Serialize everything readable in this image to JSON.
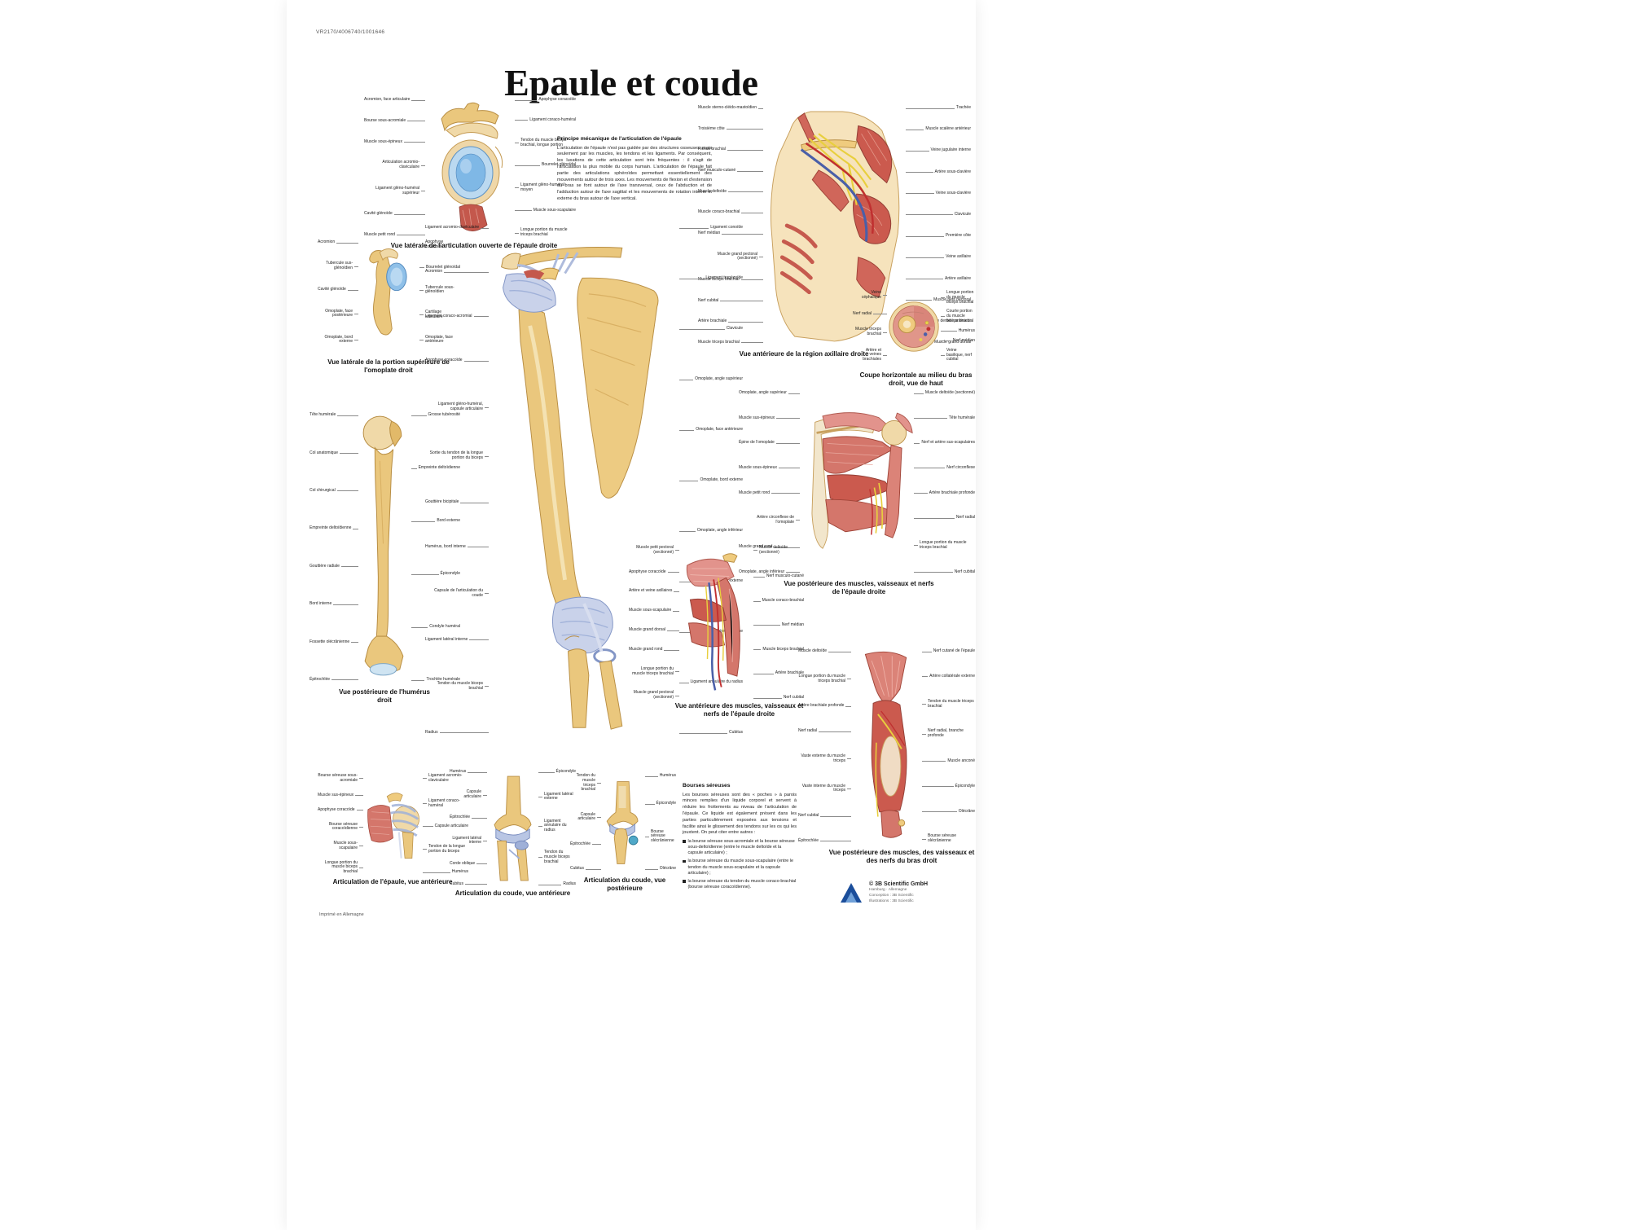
{
  "page": {
    "catalog_number": "VR2170/4006740/1001646",
    "title": "Epaule et coude",
    "printed_note": "Imprimé en Allemagne"
  },
  "palette": {
    "bone": "#EAC77D",
    "bone_light": "#F0D9A8",
    "cartilage": "#7FB8E6",
    "muscle_red": "#CB5A4E",
    "muscle_pink": "#DB8378",
    "ligament_blue": "#C9D2EA",
    "nerve_yellow": "#E8CF3E",
    "artery_red": "#C03030",
    "vein_blue": "#4A5FA8",
    "background": "#FFFFFF"
  },
  "intro": {
    "heading": "Principe mécanique de l'articulation de l'épaule",
    "body": "L'articulation de l'épaule n'est pas guidée par des structures osseuses, mais seulement par les muscles, les tendons et les ligaments. Par conséquent, les luxations de cette articulation sont très fréquentes : il s'agit de l'articulation la plus mobile du corps humain. L'articulation de l'épaule fait partie des articulations sphéroïdes permettant essentiellement des mouvements autour de trois axes. Les mouvements de flexion et d'extension du bras se font autour de l'axe transversal, ceux de l'abduction et de l'adduction autour de l'axe sagittal et les mouvements de rotation interne et externe du bras autour de l'axe vertical."
  },
  "bursae": {
    "heading": "Bourses séreuses",
    "body": "Les bourses séreuses sont des « poches » à parois minces remplies d'un liquide corporel et servent à réduire les frottements au niveau de l'articulation de l'épaule. Ce liquide est également présent dans les parties particulièrement exposées aux tensions et facilite ainsi le glissement des tendons sur les os qui les jouxtent. On peut citer entre autres :",
    "bullets": [
      "la bourse séreuse sous-acromiale et la bourse séreuse sous-deltoïdienne (entre le muscle deltoïde et la capsule articulaire) ;",
      "la bourse séreuse du muscle sous-scapulaire (entre le tendon du muscle sous-scapulaire et la capsule articulaire) ;",
      "la bourse séreuse du tendon du muscle coraco-brachial (bourse séreuse coracoïdienne)."
    ]
  },
  "figures": {
    "open_shoulder": {
      "caption": "Vue latérale de l'articulation ouverte de l'épaule droite",
      "left_labels": [
        "Acromion, face articulaire",
        "Bourse sous-acromiale",
        "Muscle sous-épineux",
        "Articulation acromio-claviculaire",
        "Ligament gléno-huméral supérieur",
        "Cavité glénoïde",
        "Muscle petit rond"
      ],
      "right_labels": [
        "Apophyse coracoïde",
        "Ligament coraco-huméral",
        "Tendon du muscle biceps brachial, longue portion",
        "Bourrelet glénoïdal",
        "Ligament gléno-huméral moyen",
        "Muscle sous-scapulaire",
        "Longue portion du muscle triceps brachial"
      ]
    },
    "scapula": {
      "caption": "Vue latérale de la portion supérieure de l'omoplate droit",
      "left_labels": [
        "Acromion",
        "Tubercule sus-glénoïdien",
        "Cavité glénoïde",
        "Omoplate, face postérieure",
        "Omoplate, bord externe"
      ],
      "right_labels": [
        "Apophyse coracoïde",
        "Bourrelet glénoïdal",
        "Tubercule sous-glénoïdien",
        "Cartilage articulaire",
        "Omoplate, face antérieure"
      ]
    },
    "axilla": {
      "caption": "Vue antérieure de la région axillaire droite",
      "left_labels": [
        "Muscle sterno-cléido-mastoïdien",
        "Troisième côte",
        "Plexus brachial",
        "Nerf musculo-cutané",
        "Muscle deltoïde",
        "Muscle coraco-brachial",
        "Nerf médian",
        "Muscle grand pectoral (sectionné)",
        "Muscle biceps brachial",
        "Nerf cubital",
        "Artère brachiale",
        "Muscle triceps brachial"
      ],
      "right_labels": [
        "Trachée",
        "Muscle scalène antérieur",
        "Veine jugulaire interne",
        "Artère sous-clavière",
        "Veine sous-clavière",
        "Clavicule",
        "Première côte",
        "Veine axillaire",
        "Artère axillaire",
        "Muscle petit pectoral",
        "Muscle dentelé antérieur",
        "Muscle grand dorsal"
      ]
    },
    "cross_section": {
      "caption": "Coupe horizontale au milieu du bras droit, vue de haut",
      "left_labels": [
        "Veine céphalique",
        "Nerf radial",
        "Muscle triceps brachial",
        "Artère et veines brachiales"
      ],
      "right_labels": [
        "Longue portion du muscle biceps brachial",
        "Courte portion du muscle biceps brachial",
        "Humérus",
        "Nerf médian",
        "Veine basilique, nerf cubital"
      ]
    },
    "humerus": {
      "caption": "Vue postérieure de l'humérus droit",
      "left_labels": [
        "Tête humérale",
        "Col anatomique",
        "Col chirurgical",
        "Empreinte deltoïdienne",
        "Gouttière radiale",
        "Bord interne",
        "Fossette olécrânienne",
        "Épitrochlée"
      ],
      "right_labels": [
        "Grosse tubérosité",
        "Empreinte deltoïdienne",
        "Bord externe",
        "Épicondyle",
        "Condyle huméral",
        "Trochlée humérale"
      ]
    },
    "central": {
      "left_labels": [
        "Ligament acromio-claviculaire",
        "Acromion",
        "Ligament coraco-acromial",
        "Apophyse coracoïde",
        "Ligament gléno-huméral, capsule articulaire",
        "Sortie du tendon de la longue portion du biceps",
        "Gouttière bicipitale",
        "Humérus, bord interne",
        "Capsule de l'articulation du coude",
        "Ligament latéral interne",
        "Tendon du muscle biceps brachial",
        "Radius"
      ],
      "right_labels": [
        "Ligament conoïde",
        "Ligament trapézoïde",
        "Clavicule",
        "Omoplate, angle supérieur",
        "Omoplate, face antérieure",
        "Omoplate, bord externe",
        "Omoplate, angle inférieur",
        "Humérus, bord externe",
        "Ligament latéral externe",
        "Ligament annulaire du radius",
        "Cubitus"
      ]
    },
    "posterior_shoulder": {
      "caption": "Vue postérieure des muscles, vaisseaux et nerfs de l'épaule droite",
      "left_labels": [
        "Omoplate, angle supérieur",
        "Muscle sus-épineux",
        "Épine de l'omoplate",
        "Muscle sous-épineux",
        "Muscle petit rond",
        "Artère circonflexe de l'omoplate",
        "Muscle grand rond",
        "Omoplate, angle inférieur"
      ],
      "right_labels": [
        "Muscle deltoïde (sectionné)",
        "Tête humérale",
        "Nerf et artère sus-scapulaires",
        "Nerf circonflexe",
        "Artère brachiale profonde",
        "Nerf radial",
        "Longue portion du muscle triceps brachial",
        "Nerf cubital"
      ]
    },
    "anterior_shoulder": {
      "caption": "Vue antérieure des muscles, vaisseaux et nerfs de l'épaule droite",
      "left_labels": [
        "Muscle petit pectoral (sectionné)",
        "Apophyse coracoïde",
        "Artère et veine axillaires",
        "Muscle sous-scapulaire",
        "Muscle grand dorsal",
        "Muscle grand rond",
        "Longue portion du muscle triceps brachial",
        "Muscle grand pectoral (sectionné)"
      ],
      "right_labels": [
        "Muscle deltoïde (sectionné)",
        "Nerf musculo-cutané",
        "Muscle coraco-brachial",
        "Nerf médian",
        "Muscle biceps brachial",
        "Artère brachiale",
        "Nerf cubital"
      ]
    },
    "posterior_arm": {
      "caption": "Vue postérieure des muscles, des vaisseaux et des nerfs du bras droit",
      "left_labels": [
        "Muscle deltoïde",
        "Longue portion du muscle triceps brachial",
        "Artère brachiale profonde",
        "Nerf radial",
        "Vaste externe du muscle triceps",
        "Vaste interne du muscle triceps",
        "Nerf cubital",
        "Épitrochlée"
      ],
      "right_labels": [
        "Nerf cutané de l'épaule",
        "Artère collatérale externe",
        "Tendon du muscle triceps brachial",
        "Nerf radial, branche profonde",
        "Muscle anconé",
        "Épicondyle",
        "Olécrâne",
        "Bourse séreuse olécrânienne"
      ]
    },
    "shoulder_joint": {
      "caption": "Articulation de l'épaule, vue antérieure",
      "left_labels": [
        "Bourse séreuse sous-acromiale",
        "Muscle sus-épineux",
        "Apophyse coracoïde",
        "Bourse séreuse coracoïdienne",
        "Muscle sous-scapulaire",
        "Longue portion du muscle biceps brachial"
      ],
      "right_labels": [
        "Ligament acromio-claviculaire",
        "Ligament coraco-huméral",
        "Capsule articulaire",
        "Tendon de la longue portion du biceps",
        "Humérus"
      ]
    },
    "elbow_anterior": {
      "caption": "Articulation du coude, vue antérieure",
      "left_labels": [
        "Humérus",
        "Capsule articulaire",
        "Épitrochlée",
        "Ligament latéral interne",
        "Corde oblique",
        "Cubitus"
      ],
      "right_labels": [
        "Épicondyle",
        "Ligament latéral externe",
        "Ligament annulaire du radius",
        "Tendon du muscle biceps brachial",
        "Radius"
      ]
    },
    "elbow_posterior": {
      "caption": "Articulation du coude, vue postérieure",
      "left_labels": [
        "Tendon du muscle triceps brachial",
        "Capsule articulaire",
        "Épitrochlée",
        "Cubitus"
      ],
      "right_labels": [
        "Humérus",
        "Épicondyle",
        "Bourse séreuse olécrânienne",
        "Olécrâne"
      ]
    }
  },
  "credits": {
    "copyright": "© 3B Scientific GmbH",
    "lines": [
      "Hamburg · Allemagne",
      "Conception : 3B Scientific",
      "Illustrations : 3B Scientific"
    ]
  }
}
